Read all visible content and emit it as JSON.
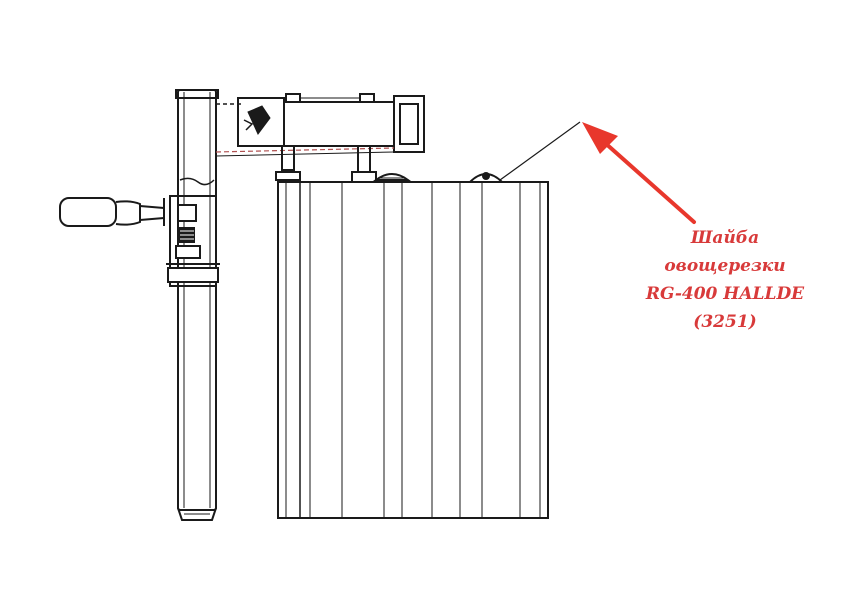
{
  "callout": {
    "lines": [
      "Шайба",
      "овощерезки",
      "RG-400 HALLDE",
      "(3251)"
    ],
    "color": "#d83a3a"
  },
  "colors": {
    "line": "#1a1a1a",
    "arrow": "#e8372c"
  }
}
